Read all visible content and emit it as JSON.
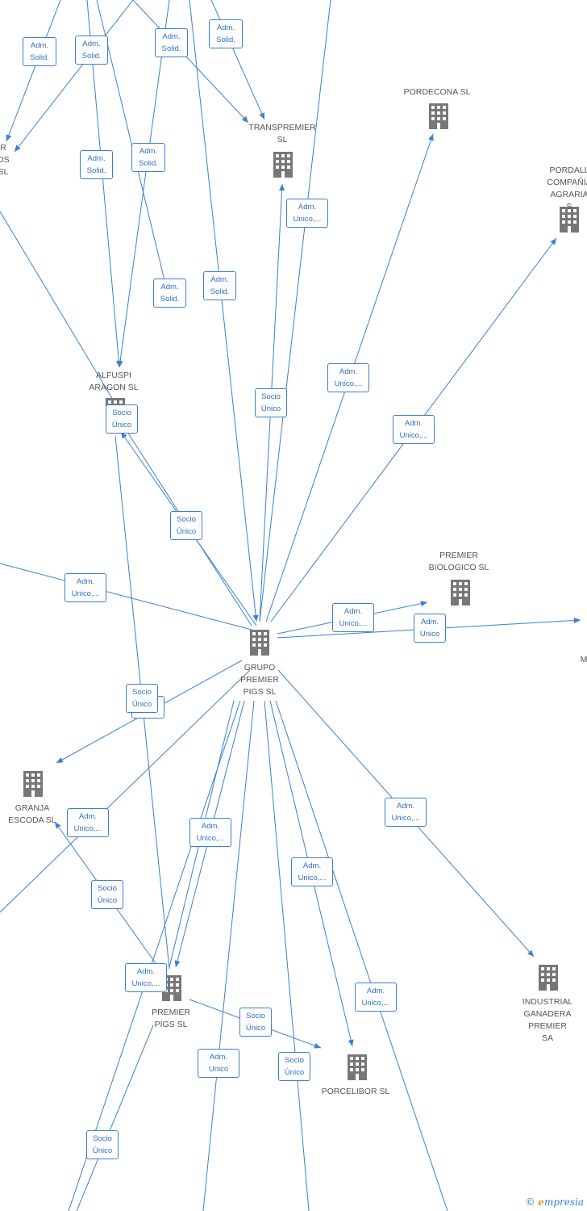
{
  "nodes": [
    {
      "id": "grupo",
      "label": "GRUPO\nPREMIER\nPIGS SL"
    },
    {
      "id": "transpremier",
      "label": "TRANSPREMIER\nSL"
    },
    {
      "id": "pordecona",
      "label": "PORDECONA SL"
    },
    {
      "id": "pordall",
      "label": "PORDALL\nCOMPAÑÍA\nAGRARIA  S"
    },
    {
      "id": "alfuspi",
      "label": "ALFUSPI\nARAGON  SL"
    },
    {
      "id": "premierbio",
      "label": "PREMIER\nBIOLOGICO  SL"
    },
    {
      "id": "granja",
      "label": "GRANJA\nESCODA SL"
    },
    {
      "id": "premierpigs",
      "label": "PREMIER\nPIGS SL"
    },
    {
      "id": "porcelibor",
      "label": "PORCELIBOR SL"
    },
    {
      "id": "industrial",
      "label": "INDUSTRIAL\nGANADERA\nPREMIER SA"
    },
    {
      "id": "partial_left",
      "label": "R\nOS\nSL"
    },
    {
      "id": "partial_right",
      "label": "M"
    }
  ],
  "edge_labels": [
    "Adm.\nSolid.",
    "Adm.\nSolid.",
    "Adm.\nSolid.",
    "Adm.\nSolid.",
    "Adm.\nSolid.",
    "Adm.\nSolid.",
    "Adm.\nSolid.",
    "Adm.\nSolid.",
    "Adm.\nUnico,...",
    "Socio\nÚnico",
    "Adm.\nUnico,...",
    "Adm.\nUnico,...",
    "Socio\nÚnico",
    "Socio\nÚnico",
    "Adm.\nUnico,...",
    "Adm.\nUnico,...",
    "Adm.\nUnico",
    "Socio\nÚnico",
    "Único",
    "Adm.\nUnico,...",
    "Adm.\nUnico,...",
    "Adm.\nUnico,...",
    "Socio\nÚnico",
    "Adm.\nUnico,...",
    "Adm.\nUnico,...",
    "Socio\nÚnico",
    "Adm.\nUnico,...",
    "Adm.\nUnico",
    "Socio\nÚnico"
  ],
  "watermark": {
    "copyright": "©",
    "brand_initial": "e",
    "brand_rest": "mpresia"
  },
  "colors": {
    "edge": "#3b7fd4",
    "node": "#777777",
    "brand_accent": "#f39c12"
  },
  "icons": {
    "node": "building-icon"
  }
}
